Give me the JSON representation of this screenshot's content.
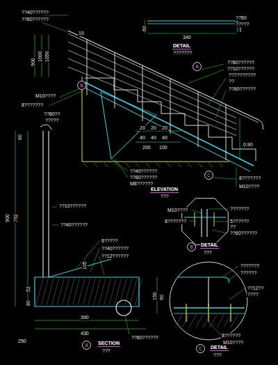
{
  "diagram": {
    "nodes": [
      {
        "text": [
          "A"
        ]
      },
      {
        "text": [
          "B"
        ]
      },
      {
        "text": [
          "C"
        ]
      },
      {
        "text": [
          "B"
        ]
      },
      {
        "text": [
          "A"
        ]
      },
      {
        "text": [
          "C"
        ]
      }
    ],
    "labels": [
      "??40??????",
      "??60??????",
      "900",
      "1000",
      "1050",
      "10",
      "60",
      "340",
      "DETAIL",
      "???????",
      "??50",
      "?????",
      "??80??????",
      "??10??????",
      "??????????",
      "??",
      "??60??????",
      "M10????",
      "8???????",
      "20",
      "20",
      "20",
      "40",
      "40",
      "40",
      "200",
      "100",
      "0.90",
      "8???????",
      "M10????",
      "??40??????",
      "??80??????",
      "M8??????",
      "ELEVATION",
      "???",
      "??80??",
      "?????",
      "60",
      "900",
      "792",
      "??10??????",
      "??40??????",
      "6?????",
      "??40??????",
      "??12??????",
      "105",
      "150",
      "90",
      "80",
      "52",
      "390",
      "430",
      "250",
      "??80??????",
      "SECTION",
      "???",
      "???????",
      "M10????",
      "8???????",
      "5??????",
      "??",
      "??60??????",
      "DETAIL",
      "???",
      "???????",
      "??????",
      "??12??",
      "????",
      "8??????",
      "M10????",
      "DETAIL",
      "???"
    ]
  }
}
